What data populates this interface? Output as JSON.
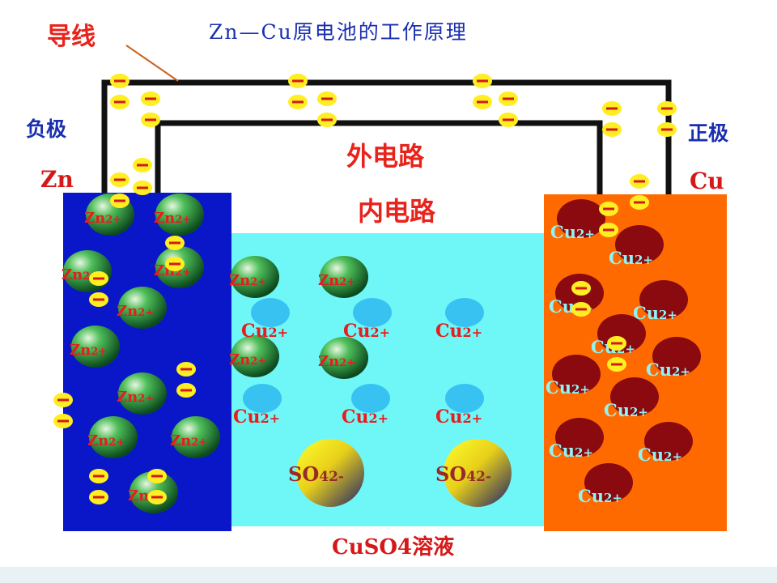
{
  "title": "Zn—Cu原电池的工作原理",
  "labels": {
    "wire": "导线",
    "negative_electrode": "负极",
    "positive_electrode": "正极",
    "zinc": "Zn",
    "copper": "Cu",
    "external_circuit": "外电路",
    "internal_circuit": "内电路",
    "solution": "CuSO4溶液"
  },
  "ions": {
    "zinc_ion": "Zn2+",
    "copper_ion": "Cu2+",
    "sulfate_ion": "SO42-"
  },
  "colors": {
    "zinc_plate": "#0a17c8",
    "copper_plate": "#ff6a00",
    "solution": "#6ff7f7",
    "wire": "#111111",
    "electron": "#ffee22",
    "electron_bar": "#d21a1a",
    "zinc_ion_text": "#e81c1c",
    "copper_ion_text": "#e81c1c",
    "copper_ion_on_plate_text": "#8ff4f4",
    "copper_ion_ball": "#8a0a10",
    "copper_ion_solution_ball": "#38c2f2",
    "title": "#1a2fb0",
    "label_red": "#e8231c"
  },
  "icons": [
    "electron-icon",
    "zinc-ion-sphere-icon",
    "copper-ion-sphere-icon",
    "sulfate-ion-sphere-icon"
  ]
}
